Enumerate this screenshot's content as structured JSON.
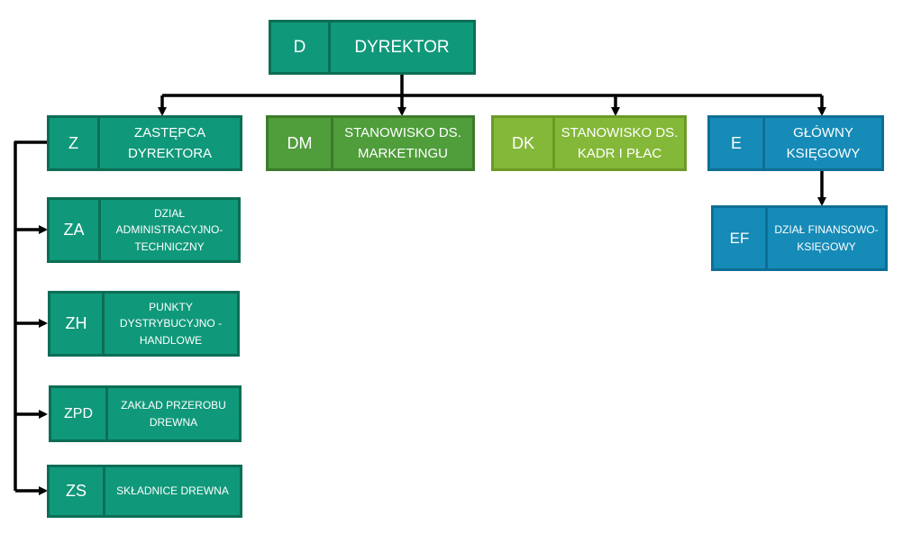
{
  "nodes": {
    "d": {
      "code": "D",
      "label": "DYREKTOR"
    },
    "z": {
      "code": "Z",
      "label": "ZASTĘPCA DYREKTORA"
    },
    "dm": {
      "code": "DM",
      "label": "STANOWISKO DS. MARKETINGU"
    },
    "dk": {
      "code": "DK",
      "label": "STANOWISKO DS. KADR I PŁAC"
    },
    "e": {
      "code": "E",
      "label": "GŁÓWNY KSIĘGOWY"
    },
    "za": {
      "code": "ZA",
      "label": "DZIAŁ ADMINISTRACYJNO-TECHNICZNY"
    },
    "zh": {
      "code": "ZH",
      "label": "PUNKTY DYSTRYBUCYJNO - HANDLOWE"
    },
    "zpd": {
      "code": "ZPD",
      "label": "ZAKŁAD PRZEROBU DREWNA"
    },
    "zs": {
      "code": "ZS",
      "label": "SKŁADNICE DREWNA"
    },
    "ef": {
      "code": "EF",
      "label": "DZIAŁ FINANSOWO-KSIĘGOWY"
    }
  },
  "colors": {
    "teal": "#10987a",
    "green": "#4f9d3b",
    "lime": "#84b838",
    "blue": "#168bb8",
    "connector": "#000000"
  }
}
